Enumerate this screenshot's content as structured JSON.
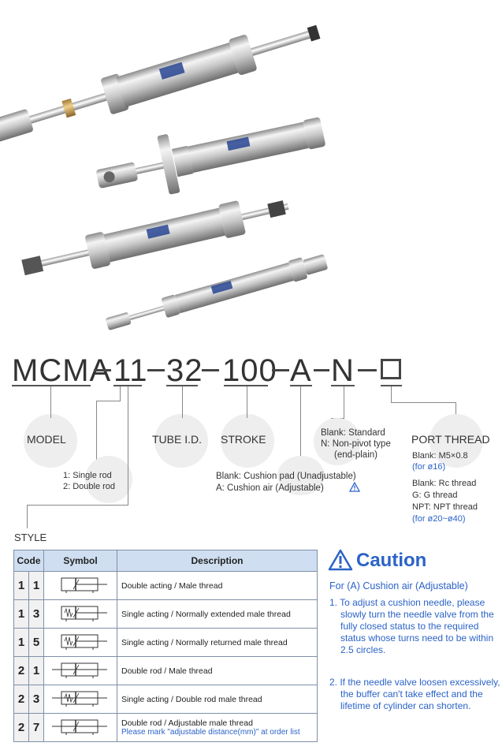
{
  "code": {
    "parts": [
      "MCMA",
      "11",
      "32",
      "100",
      "A",
      "N"
    ]
  },
  "labels": {
    "model": "MODEL",
    "tube_id": "TUBE I.D.",
    "stroke": "STROKE",
    "port_thread": "PORT THREAD",
    "style_title": "STYLE"
  },
  "rod_options": [
    "1: Single rod",
    "2: Double rod"
  ],
  "cushion_options": [
    "Blank: Cushion pad (Unadjustable)",
    "A: Cushion air (Adjustable)"
  ],
  "pivot_options": [
    "Blank: Standard",
    "N: Non-pivot type",
    "(end-plain)"
  ],
  "port_options": {
    "l1": "Blank: M5×0.8",
    "l2": "(for ø16)",
    "l3": "Blank: Rc thread",
    "l4": "G: G thread",
    "l5": "NPT: NPT thread",
    "l6": "(for ø20~ø40)"
  },
  "table": {
    "headers": [
      "Code",
      "Symbol",
      "Description"
    ],
    "rows": [
      {
        "c1": "1",
        "c2": "1",
        "desc": "Double acting / Male thread",
        "note": ""
      },
      {
        "c1": "1",
        "c2": "3",
        "desc": "Single acting / Normally extended male thread",
        "note": ""
      },
      {
        "c1": "1",
        "c2": "5",
        "desc": "Single acting / Normally returned male thread",
        "note": ""
      },
      {
        "c1": "2",
        "c2": "1",
        "desc": "Double rod / Male thread",
        "note": ""
      },
      {
        "c1": "2",
        "c2": "3",
        "desc": "Single acting / Double rod male thread",
        "note": ""
      },
      {
        "c1": "2",
        "c2": "7",
        "desc": "Double rod / Adjustable male thread",
        "note": "Please mark \"adjustable distance(mm)\" at order list"
      }
    ]
  },
  "caution": {
    "title": "Caution",
    "subtitle": "For (A) Cushion air (Adjustable)",
    "items": [
      "1. To adjust a cushion needle, please slowly turn the needle valve from the fully closed status to the required status whose turns need to be within 2.5 circles.",
      "2. If the needle valve loosen excessively, the buffer can't take effect and the lifetime of cylinder can shorten."
    ]
  },
  "colors": {
    "accent": "#2b63c7",
    "table_header": "#cfdef0"
  }
}
